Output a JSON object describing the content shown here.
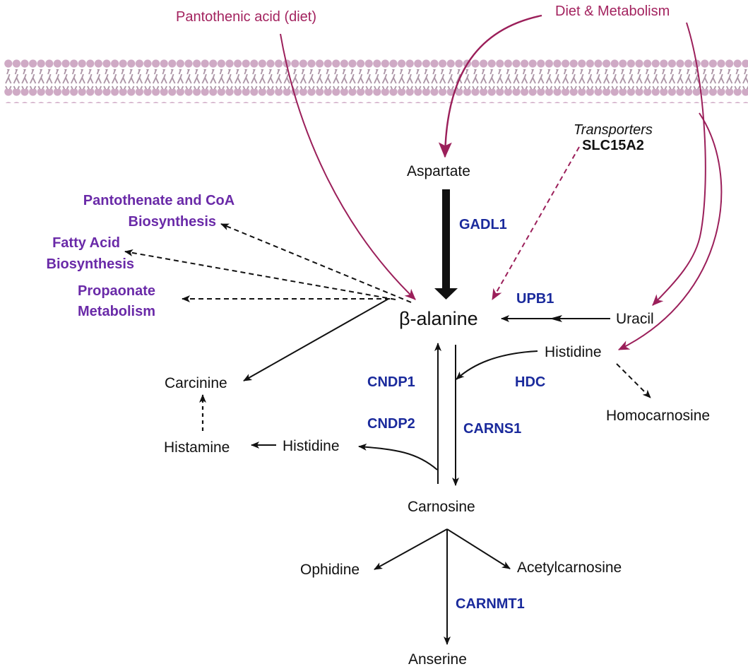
{
  "colors": {
    "membrane_head": "#cfaac5",
    "membrane_tail": "#a991a3",
    "source_arrow": "#9b1f5a",
    "enzyme": "#1a2a9c",
    "pathway": "#6a2aa8",
    "metabolite": "#111111"
  },
  "sources": {
    "pantothenic": "Pantothenic acid (diet)",
    "diet_metabolism": "Diet & Metabolism"
  },
  "transporters": {
    "title": "Transporters",
    "gene": "SLC15A2"
  },
  "metabolites": {
    "aspartate": "Aspartate",
    "beta_alanine": "β-alanine",
    "uracil": "Uracil",
    "histidine_right": "Histidine",
    "homocarnosine": "Homocarnosine",
    "carcinine": "Carcinine",
    "histamine": "Histamine",
    "histidine_left": "Histidine",
    "carnosine": "Carnosine",
    "ophidine": "Ophidine",
    "acetylcarnosine": "Acetylcarnosine",
    "anserine": "Anserine"
  },
  "enzymes": {
    "gadl1": "GADL1",
    "upb1": "UPB1",
    "hdc": "HDC",
    "cndp1": "CNDP1",
    "cndp2": "CNDP2",
    "carns1": "CARNS1",
    "carnmt1": "CARNMT1"
  },
  "pathways": {
    "pantothenate": [
      "Pantothenate and CoA",
      "Biosynthesis"
    ],
    "fatty_acid": [
      "Fatty Acid",
      "Biosynthesis"
    ],
    "propanoate": [
      "Propaonate",
      "Metabolism"
    ]
  }
}
